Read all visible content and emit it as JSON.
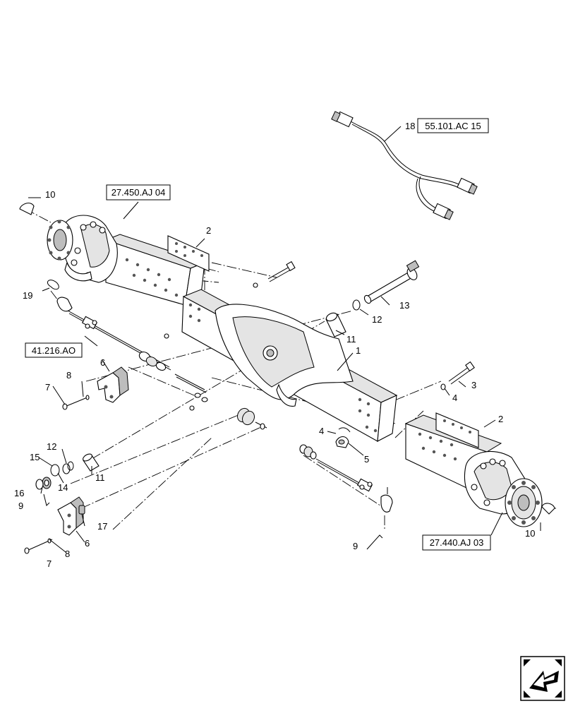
{
  "callouts": {
    "c1": "1",
    "c2a": "2",
    "c2b": "2",
    "c3": "3",
    "c4a": "4",
    "c4b": "4",
    "c5": "5",
    "c6a": "6",
    "c6b": "6",
    "c7a": "7",
    "c7b": "7",
    "c8a": "8",
    "c8b": "8",
    "c9a": "9",
    "c9b": "9",
    "c10a": "10",
    "c10b": "10",
    "c11a": "11",
    "c11b": "11",
    "c12a": "12",
    "c12b": "12",
    "c13": "13",
    "c14": "14",
    "c15": "15",
    "c16": "16",
    "c17": "17",
    "c18": "18",
    "c19": "19"
  },
  "references": {
    "harness": "55.101.AC 15",
    "left_hub": "27.450.AJ 04",
    "tie_rod": "41.216.AO",
    "right_hub": "27.440.AJ 03"
  },
  "nav_icon": "back-arrow-icon"
}
